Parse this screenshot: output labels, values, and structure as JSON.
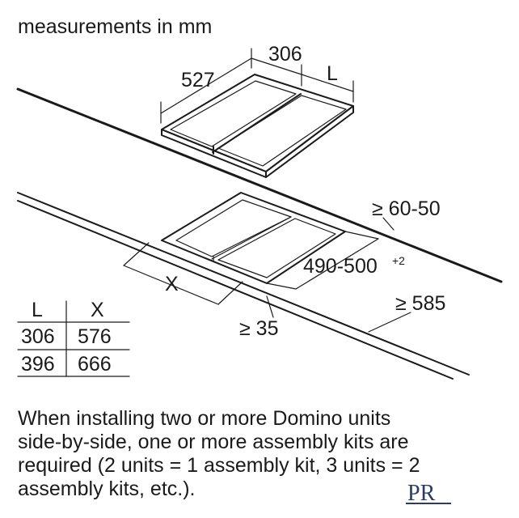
{
  "header": {
    "units_label": "measurements in mm"
  },
  "dimensions": {
    "hob_depth": "527",
    "hob_width": "306",
    "hob_width_var": "L",
    "back_clearance": "≥ 60-50",
    "cutout_depth": "490-500",
    "cutout_depth_tolerance": "+2",
    "cutout_width_var": "X",
    "front_clearance": "≥ 35",
    "worktop_depth": "≥ 585"
  },
  "table": {
    "headers": [
      "L",
      "X"
    ],
    "rows": [
      [
        "306",
        "576"
      ],
      [
        "396",
        "666"
      ]
    ]
  },
  "note": {
    "line1": "When installing two or more Domino units",
    "line2": "side-by-side, one or more assembly kits are",
    "line3": "required (2 units = 1 assembly ki",
    "line3_tail": "t, 3 units = 2",
    "line4": "assembly kits, etc.)."
  },
  "logo": {
    "text": "PR",
    "icon": "pr-monogram-logo"
  }
}
